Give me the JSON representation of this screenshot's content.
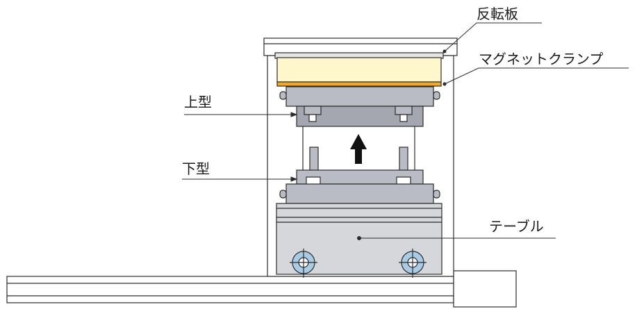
{
  "labels": {
    "reversing_plate": "反転板",
    "magnet_clamp": "マグネットクランプ",
    "upper_die": "上型",
    "lower_die": "下型",
    "table": "テーブル"
  },
  "colors": {
    "outline": "#2b2b2b",
    "frame_fill": "#ffffff",
    "die_fill": "#b9bcc4",
    "die_dark": "#a4a7b0",
    "clamp_fill": "#fff7cc",
    "clamp_strip": "#f5a623",
    "wheel_fill": "#a8cbe6",
    "table_fill": "#d6d7db",
    "arrow": "#111111"
  },
  "icons": {
    "lift_direction": "up-arrow-icon",
    "wheels": "caster-wheel-icon"
  }
}
